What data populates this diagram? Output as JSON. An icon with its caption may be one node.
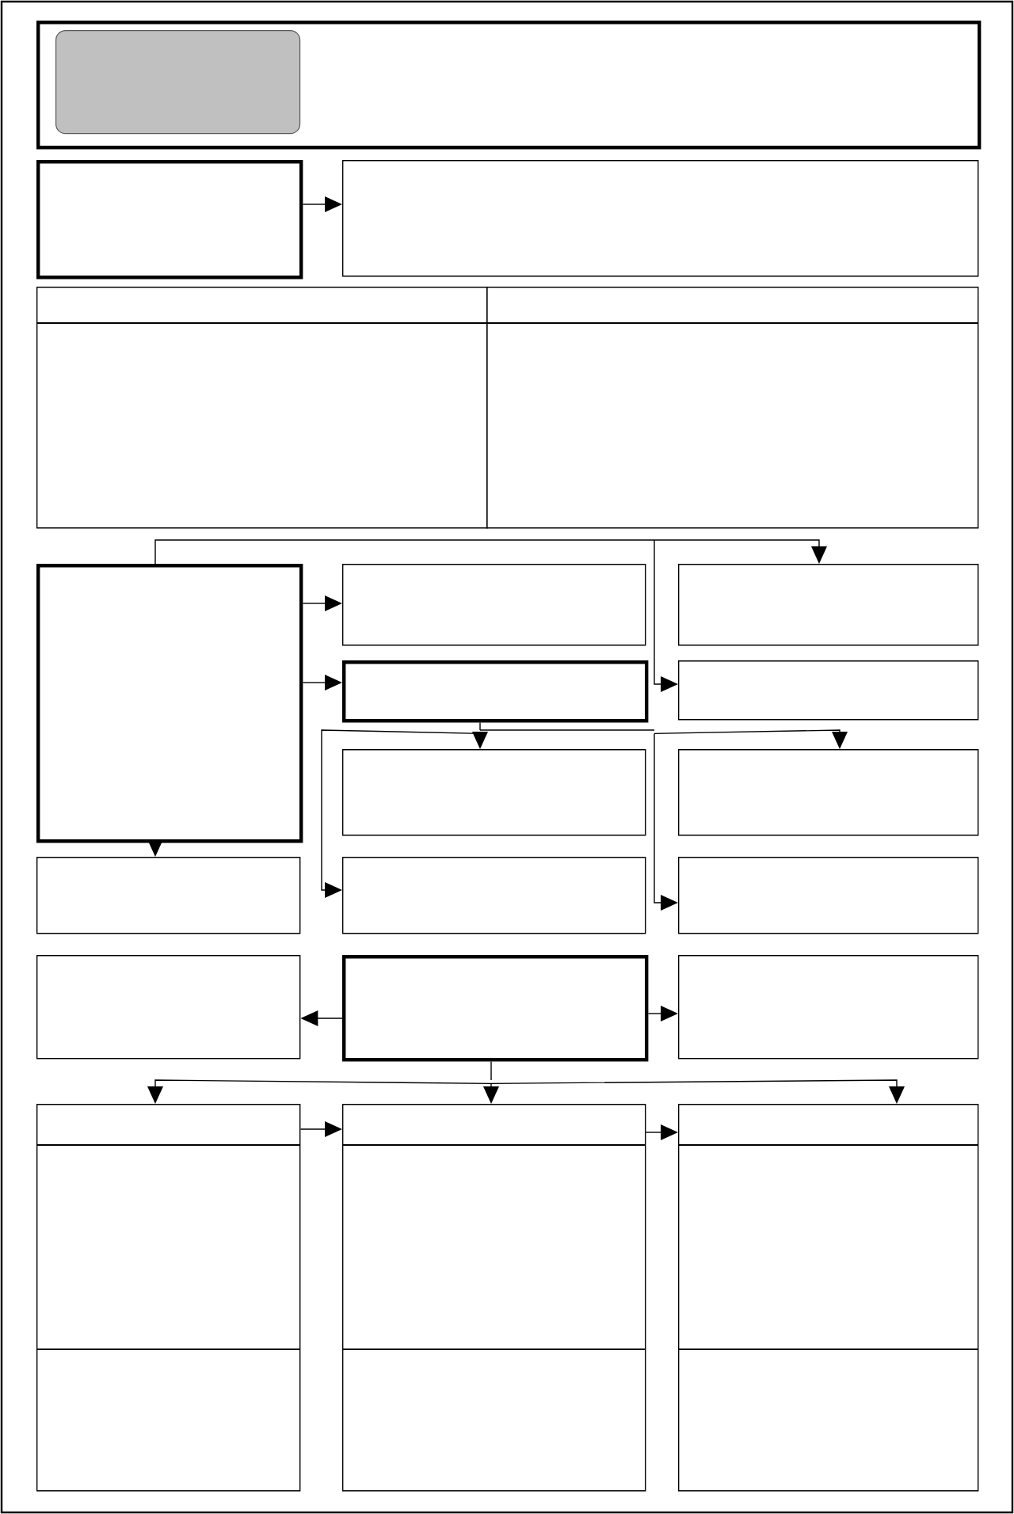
{
  "diagram": {
    "nodes": [
      {
        "text": [],
        "shape": "box"
      },
      {
        "text": [],
        "shape": "box",
        "in": 0
      },
      {
        "text": [],
        "shape": "box"
      },
      {
        "text": [],
        "shape": "box"
      },
      {
        "text": [],
        "shape": "box"
      },
      {
        "text": [],
        "shape": "box"
      },
      {
        "text": [],
        "shape": "box"
      },
      {
        "text": [],
        "shape": "box"
      },
      {
        "text": [],
        "shape": "box"
      },
      {
        "text": [],
        "shape": "box"
      },
      {
        "text": [],
        "shape": "box"
      },
      {
        "text": [],
        "shape": "box"
      },
      {
        "text": [],
        "shape": "box"
      },
      {
        "text": [],
        "shape": "box"
      },
      {
        "text": [],
        "shape": "box"
      },
      {
        "text": [],
        "shape": "box"
      },
      {
        "text": [],
        "shape": "box"
      },
      {
        "text": [],
        "shape": "box"
      },
      {
        "text": [],
        "shape": "box"
      },
      {
        "text": [],
        "shape": "box"
      },
      {
        "text": [],
        "shape": "box"
      },
      {
        "text": [],
        "shape": "box"
      }
    ],
    "edges": [
      {
        "from": 2,
        "to": 3,
        "arrow": "to"
      },
      {
        "from": 6,
        "to": 8,
        "arrow": "to"
      },
      {
        "from": 6,
        "to": 10,
        "arrow": "to"
      },
      {
        "from": 6,
        "to": 7,
        "arrow": "to"
      },
      {
        "from": 6,
        "to": 9,
        "arrow": "to"
      },
      {
        "from": 9,
        "to": 11,
        "arrow": "to"
      },
      {
        "from": 9,
        "to": 12,
        "arrow": "to"
      },
      {
        "from": 9,
        "to": 14,
        "arrow": "to"
      },
      {
        "from": 9,
        "to": 15,
        "arrow": "to"
      },
      {
        "from": 6,
        "to": 13,
        "arrow": "to"
      },
      {
        "from": 17,
        "to": 16,
        "arrow": "to"
      },
      {
        "from": 17,
        "to": 18,
        "arrow": "to"
      },
      {
        "from": 17,
        "to": 19,
        "arrow": "to"
      },
      {
        "from": 17,
        "to": 20,
        "arrow": "to"
      },
      {
        "from": 17,
        "to": 21,
        "arrow": "to"
      },
      {
        "from": 19,
        "to": 20,
        "arrow": "to"
      },
      {
        "from": 20,
        "to": 21,
        "arrow": "to"
      }
    ]
  }
}
